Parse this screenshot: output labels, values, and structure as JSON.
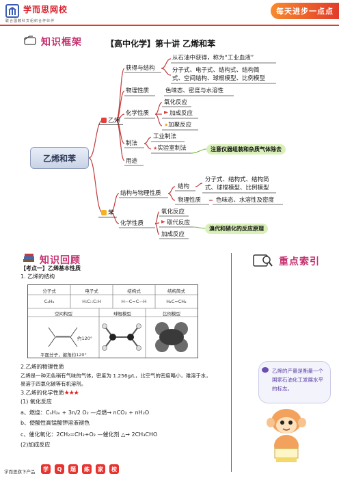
{
  "header": {
    "brand": "学而思网校",
    "brand_sub": "联合国教科文组织合作伙伴",
    "banner": "每天进步一点点"
  },
  "framework": {
    "section_title": "知识框架",
    "title": "【高中化学】第十讲  乙烯和苯",
    "root": "乙烯和苯",
    "ethylene": {
      "label": "乙烯",
      "branches": {
        "obtain": "获得与结构",
        "obtain_a": "从石油中获得，称为“工业血液”",
        "obtain_b1": "分子式、电子式、结构式、结构简",
        "obtain_b2": "式、空间结构、球棍模型、比例模型",
        "phys": "物理性质",
        "phys_a": "色味态、密度与水溶性",
        "chem": "化学性质",
        "chem_a": "氧化反应",
        "chem_b": "加成反应",
        "chem_c": "加聚反应",
        "prep": "制法",
        "prep_a": "工业制法",
        "prep_b": "实验室制法",
        "prep_note": "注意仪器组装和杂质气体除去",
        "use": "用途"
      }
    },
    "benzene": {
      "label": "苯",
      "branches": {
        "struct": "结构与物理性质",
        "struct_a": "结构",
        "struct_a1": "分子式、结构式、结构简",
        "struct_a2": "式、球棍模型、比例模型",
        "struct_b": "物理性质",
        "struct_b1": "色味态、水溶性及密度",
        "chem": "化学性质",
        "chem_a": "氧化反应",
        "chem_b": "取代反应",
        "chem_c": "加成反应",
        "chem_note": "溴代和硝化的反应原理"
      }
    }
  },
  "recap": {
    "section_title": "知识回顾",
    "index_title": "重点索引",
    "topic": "【考点一】乙烯基本性质",
    "s1": "1.  乙烯的结构",
    "table": {
      "h1": "分子式",
      "h2": "电子式",
      "h3": "结构式",
      "h4": "结构简式",
      "v1": "C₂H₄",
      "v2": "H:C::C:H",
      "v3": "H—C=C—H",
      "v4": "H₂C=CH₂",
      "h5": "空间构型",
      "h6": "球棍模型",
      "h7": "比例模型",
      "angle": "约120°",
      "shape_note": "平面分子，键角约120°"
    },
    "s2": "2.乙烯的物理性质",
    "s2_text1": "乙烯是一种无色稍有气味的气体，密度为 1.256g/L，比空气的密度略小，难溶于水，",
    "s2_text2": "易溶于四氯化碳等有机溶剂。",
    "s3": "3.乙烯的化学性质",
    "s3_stars": "★★★",
    "s3_1": "(1)  氧化反应",
    "s3_a": "a、燃烧：CₙH₂ₙ + 3n/2 O₂  —点燃→  nCO₂ + nH₂O",
    "s3_b": "b、使酸性高锰酸钾溶液褪色",
    "s3_c": "c、催化氧化：2CH₂=CH₂+O₂  —催化剂 △→  2CH₃CHO",
    "s3_2": "(2)加成反应",
    "speech": "乙烯的产量是衡量一个国家石油化工发展水平的标志。"
  },
  "footer": {
    "text": "学而思旗下产品",
    "icons": [
      "学",
      "Q",
      "题",
      "练",
      "家",
      "校"
    ]
  },
  "colors": {
    "accent_red": "#e23b2a",
    "title_pink": "#c62f6e",
    "note_green": "#d9f0b8"
  }
}
